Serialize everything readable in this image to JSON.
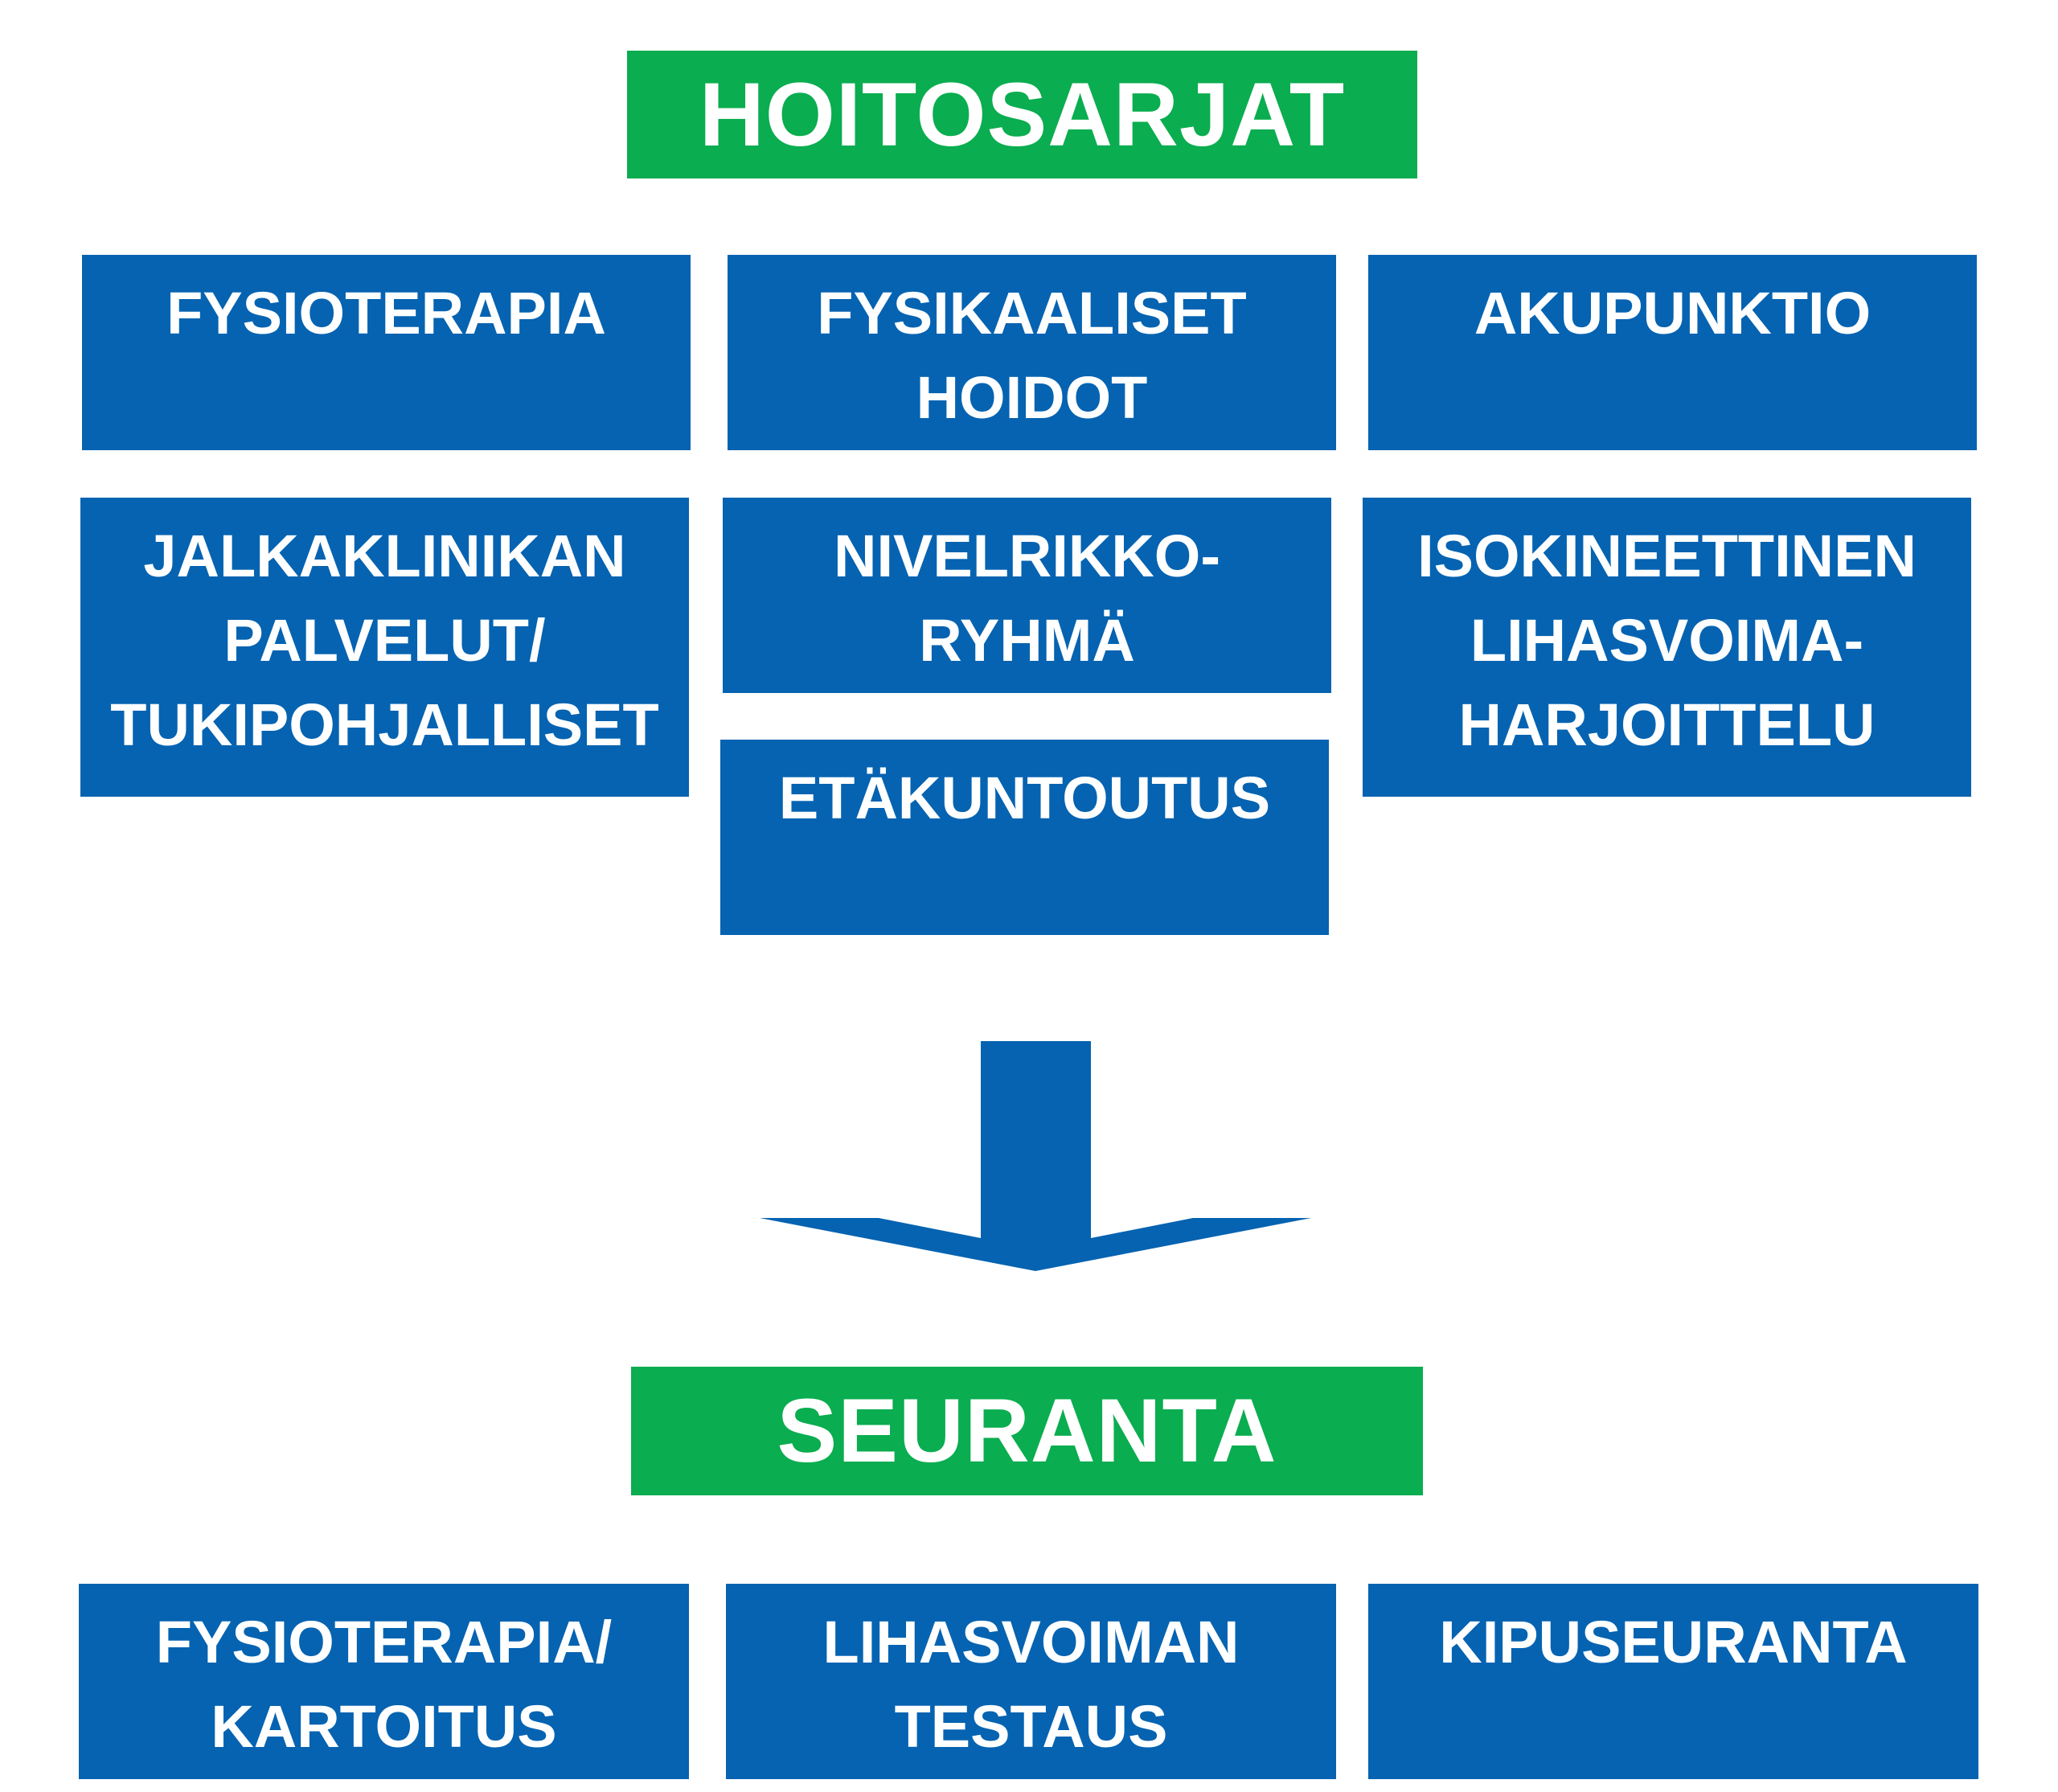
{
  "colors": {
    "green": "#0aad4f",
    "blue": "#0563b1",
    "text": "#ffffff"
  },
  "header": {
    "title": "HOITOSARJAT"
  },
  "treatments": [
    {
      "lines": [
        "FYSIOTERAPIA"
      ]
    },
    {
      "lines": [
        "FYSIKAALISET",
        "HOIDOT"
      ]
    },
    {
      "lines": [
        "AKUPUNKTIO"
      ]
    },
    {
      "lines": [
        "JALKAKLINIKAN",
        "PALVELUT/",
        "TUKIPOHJALLISET"
      ]
    },
    {
      "lines": [
        "NIVELRIKKO-",
        "RYHMÄ"
      ]
    },
    {
      "lines": [
        "ISOKINEETTINEN",
        "LIHASVOIMA-",
        "HARJOITTELU"
      ]
    },
    {
      "lines": [
        "ETÄKUNTOUTUS"
      ]
    }
  ],
  "followup": {
    "title": "SEURANTA"
  },
  "followup_items": [
    {
      "lines": [
        "FYSIOTERAPIA/",
        "KARTOITUS"
      ]
    },
    {
      "lines": [
        "LIHASVOIMAN",
        "TESTAUS"
      ]
    },
    {
      "lines": [
        "KIPUSEURANTA"
      ]
    }
  ],
  "arrow_icon": "down-arrow-icon"
}
